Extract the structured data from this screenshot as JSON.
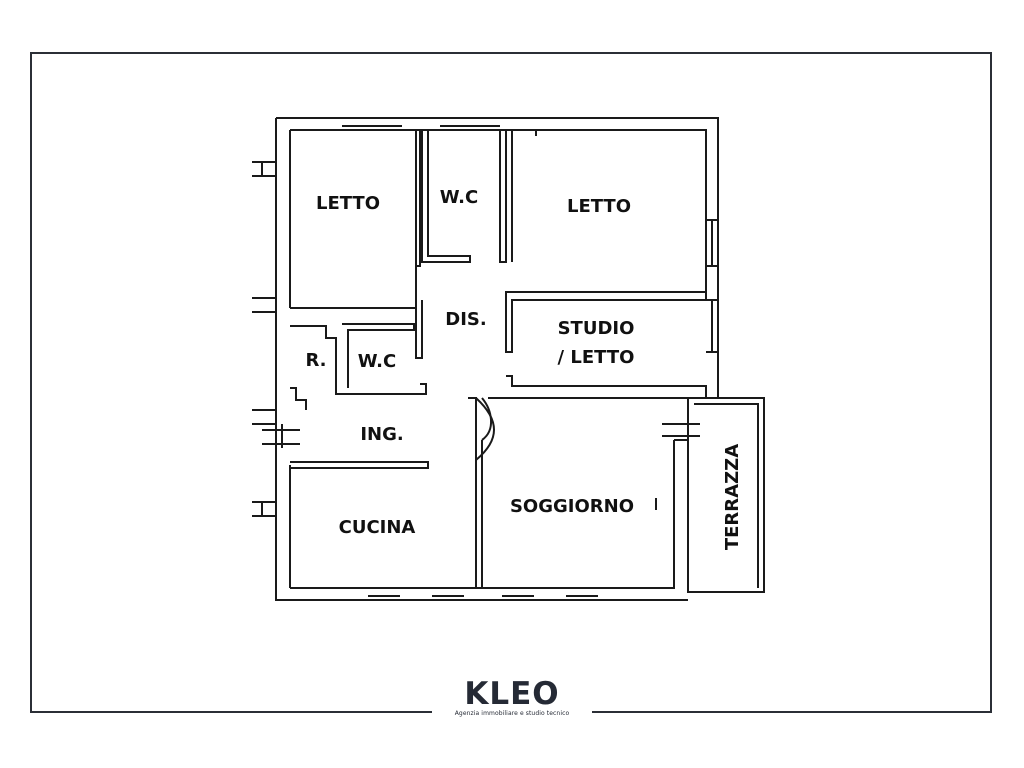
{
  "rooms": {
    "letto_left": "LETTO",
    "wc_top": "W.C",
    "letto_right": "LETTO",
    "dis": "DIS.",
    "studio_line1": "STUDIO",
    "studio_line2": "/ LETTO",
    "rip": "R.",
    "wc_bottom": "W.C",
    "ing": "ING.",
    "cucina": "CUCINA",
    "soggiorno": "SOGGIORNO",
    "terrazza": "TERRAZZA"
  },
  "logo": {
    "name": "KLEO",
    "tagline": "Agenzia immobiliare e studio tecnico"
  },
  "colors": {
    "wall": "#1a1a1a",
    "frame": "#2b2f36",
    "logo_dark": "#252a35",
    "logo_accent": "#c0392b"
  }
}
